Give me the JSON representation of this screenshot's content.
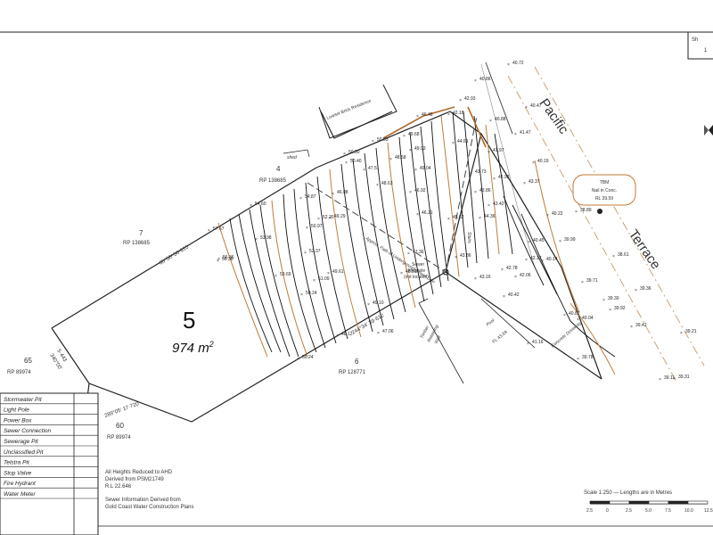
{
  "title_block": {
    "sheet_label": "Sh",
    "sheet_value": "1"
  },
  "lot": {
    "number": "5",
    "area_value": "974",
    "area_unit": "m",
    "area_superscript": "2"
  },
  "lots": [
    {
      "name": "7",
      "plan": "RP 138685"
    },
    {
      "name": "4",
      "plan": "RP 138685"
    },
    {
      "name": "6",
      "plan": "RP 128771"
    },
    {
      "name": "65",
      "plan": "RP 89974"
    },
    {
      "name": "60",
      "plan": "RP 89974"
    }
  ],
  "bearings": {
    "north_west": "60°50' 56·615",
    "south": "289°05' 17·720",
    "west_a": "5·443",
    "west_b": "340°00'",
    "south_east": "244°34' 39·612"
  },
  "street": {
    "word1": "Pacific",
    "word2": "Terrace"
  },
  "tbm": {
    "title": "TBM",
    "line1": "Nail in Conc.",
    "line2": "RL 39.59"
  },
  "annotations": {
    "residence": "Lowset Brick Residence",
    "shed": "shed",
    "sewer_path": "Approx. Path of Underground Sewer Line",
    "manhole_1": "Sewer",
    "manhole_2": "Manhole",
    "manhole_3": "(not located)",
    "timber_1": "Timber",
    "timber_2": "Retaining",
    "timber_3": "Wall",
    "pool": "Pool",
    "pool_fl": "FL 43.69",
    "driveway": "Concrete Driveway",
    "stairs": "Stairs"
  },
  "legend": [
    "Stormwater Pit",
    "Light Pole",
    "Power Box",
    "Sewer Connection",
    "Sewerage Pit",
    "Unclassified Pit",
    "Telstra Pit",
    "Stop Valve",
    "Fire Hydrant",
    "Water Meter"
  ],
  "notes": {
    "heights_1": "All Heights Reduced to AHD",
    "heights_2": "Derived from PSM21749",
    "heights_3": "R.L 22.646",
    "sewer_1": "Sewer Information Derived from",
    "sewer_2": "Gold Coast Water Construction Plans"
  },
  "scale": {
    "text": "Scale 1:250 — Lengths are in Metres",
    "ticks": [
      "2.5",
      "0",
      "2.5",
      "5.0",
      "7.5",
      "10.0",
      "12.5"
    ]
  },
  "spot_heights": [
    "40.72",
    "40.86",
    "40.47",
    "40.88",
    "41.47",
    "42.93",
    "42.18",
    "46.48",
    "40.19",
    "49.68",
    "49.93",
    "50.03",
    "48.58",
    "49.04",
    "44.61",
    "41.97",
    "43.73",
    "43.37",
    "50.30",
    "50.40",
    "47.51",
    "48.63",
    "43.86",
    "41.92",
    "54.60",
    "53.98",
    "56.36",
    "49.29",
    "46.92",
    "46.21",
    "46.08",
    "50.97",
    "47.36",
    "44.36",
    "43.42",
    "45.62",
    "42.06",
    "56.36",
    "53.69",
    "52.37",
    "49.61",
    "48.51",
    "43.16",
    "42.78",
    "50.24",
    "51.09",
    "49.10",
    "48.12",
    "47.06",
    "40.22",
    "39.99",
    "40.45",
    "40.14",
    "38.61",
    "39.36",
    "39.30",
    "39.31",
    "39.21",
    "39.11",
    "39.42",
    "39.92",
    "40.82",
    "40.04",
    "41.16",
    "40.42",
    "42.17",
    "43.86",
    "39.78",
    "39.71",
    "38.89",
    "57.67",
    "54.87",
    "52.20",
    "50.24"
  ],
  "colors": {
    "line": "#222222",
    "contour_major": "#c07a3a",
    "street_dash": "#c9a47a",
    "tbm_border": "#c07a3a"
  }
}
